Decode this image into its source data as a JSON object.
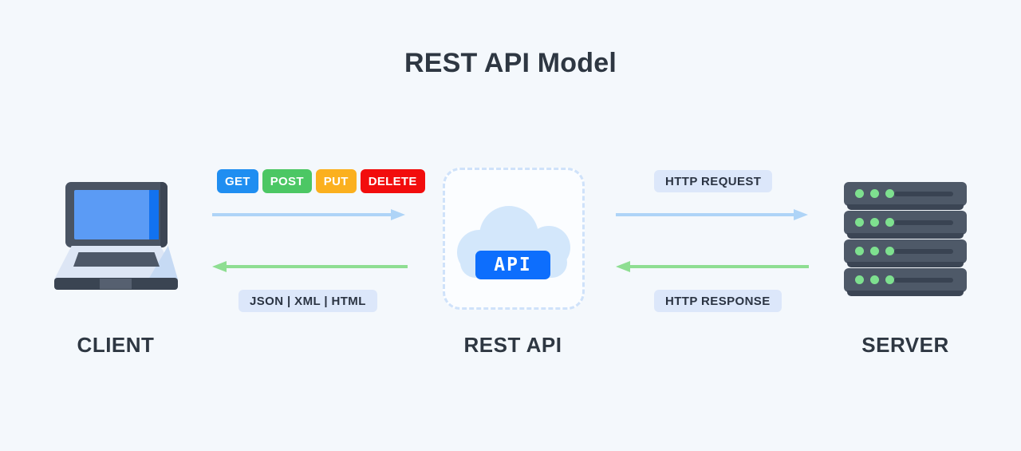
{
  "page": {
    "title": "REST API Model",
    "background_color": "#f4f8fc"
  },
  "nodes": {
    "client": {
      "label": "CLIENT",
      "icon": "laptop-icon"
    },
    "rest_api": {
      "label": "REST API",
      "icon": "cloud-icon",
      "badge": "API",
      "badge_color": "#0d6efd"
    },
    "server": {
      "label": "SERVER",
      "icon": "server-rack-icon",
      "rack_count": 4,
      "leds_per_rack": 3,
      "led_color": "#7ee08f"
    }
  },
  "http_methods": [
    {
      "label": "GET",
      "color": "#1f8ef1"
    },
    {
      "label": "POST",
      "color": "#4cc764"
    },
    {
      "label": "PUT",
      "color": "#fbb01e"
    },
    {
      "label": "DELETE",
      "color": "#f20d0d"
    }
  ],
  "flows": {
    "client_to_api": {
      "direction": "right",
      "color": "#aed4f7"
    },
    "api_to_client": {
      "direction": "left",
      "color": "#8ede92"
    },
    "api_to_server": {
      "direction": "right",
      "color": "#aed4f7",
      "label": "HTTP REQUEST"
    },
    "server_to_api": {
      "direction": "left",
      "color": "#8ede92",
      "label": "HTTP RESPONSE"
    }
  },
  "pills": {
    "payload_formats": "JSON | XML | HTML",
    "http_request": "HTTP REQUEST",
    "http_response": "HTTP RESPONSE",
    "background_color": "#dce7fa"
  }
}
